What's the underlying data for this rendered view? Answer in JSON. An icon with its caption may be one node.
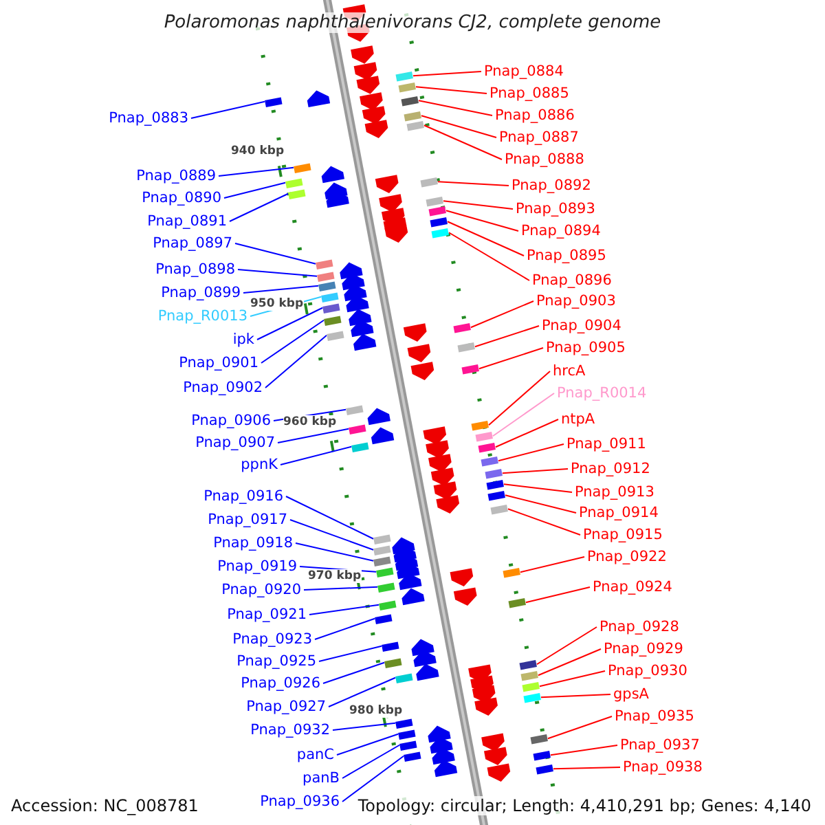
{
  "diagram": {
    "title": "Polaromonas naphthalenivorans CJ2, complete genome",
    "nodes": [
      {
        "text": [
          "Pnap_0884"
        ]
      },
      {
        "text": [
          "Pnap_0885"
        ]
      },
      {
        "text": [
          "Pnap_0883"
        ]
      },
      {
        "text": [
          "Pnap_0886"
        ]
      },
      {
        "text": [
          "Pnap_0887"
        ]
      },
      {
        "text": [
          "Pnap_0888"
        ]
      },
      {
        "text": [
          "Pnap_0889"
        ]
      },
      {
        "text": [
          "Pnap_0892"
        ]
      },
      {
        "text": [
          "Pnap_0890"
        ]
      },
      {
        "text": [
          "Pnap_0893"
        ]
      },
      {
        "text": [
          "Pnap_0891"
        ]
      },
      {
        "text": [
          "Pnap_0894"
        ]
      },
      {
        "text": [
          "Pnap_0897"
        ]
      },
      {
        "text": [
          "Pnap_0895"
        ]
      },
      {
        "text": [
          "Pnap_0898"
        ]
      },
      {
        "text": [
          "Pnap_0896"
        ]
      },
      {
        "text": [
          "Pnap_0899"
        ]
      },
      {
        "text": [
          "Pnap_0903"
        ]
      },
      {
        "text": [
          "Pnap_R0013"
        ]
      },
      {
        "text": [
          "Pnap_0904"
        ]
      },
      {
        "text": [
          "ipk"
        ]
      },
      {
        "text": [
          "Pnap_0905"
        ]
      },
      {
        "text": [
          "Pnap_0901"
        ]
      },
      {
        "text": [
          "hrcA"
        ]
      },
      {
        "text": [
          "Pnap_0902"
        ]
      },
      {
        "text": [
          "Pnap_R0014"
        ]
      },
      {
        "text": [
          "Pnap_0906"
        ]
      },
      {
        "text": [
          "ntpA"
        ]
      },
      {
        "text": [
          "Pnap_0907"
        ]
      },
      {
        "text": [
          "Pnap_0911"
        ]
      },
      {
        "text": [
          "ppnK"
        ]
      },
      {
        "text": [
          "Pnap_0912"
        ]
      },
      {
        "text": [
          "Pnap_0913"
        ]
      },
      {
        "text": [
          "Pnap_0916"
        ]
      },
      {
        "text": [
          "Pnap_0914"
        ]
      },
      {
        "text": [
          "Pnap_0917"
        ]
      },
      {
        "text": [
          "Pnap_0915"
        ]
      },
      {
        "text": [
          "Pnap_0918"
        ]
      },
      {
        "text": [
          "Pnap_0922"
        ]
      },
      {
        "text": [
          "Pnap_0919"
        ]
      },
      {
        "text": [
          "Pnap_0920"
        ]
      },
      {
        "text": [
          "Pnap_0924"
        ]
      },
      {
        "text": [
          "Pnap_0921"
        ]
      },
      {
        "text": [
          "Pnap_0928"
        ]
      },
      {
        "text": [
          "Pnap_0923"
        ]
      },
      {
        "text": [
          "Pnap_0929"
        ]
      },
      {
        "text": [
          "Pnap_0925"
        ]
      },
      {
        "text": [
          "Pnap_0930"
        ]
      },
      {
        "text": [
          "Pnap_0926"
        ]
      },
      {
        "text": [
          "gpsA"
        ]
      },
      {
        "text": [
          "Pnap_0927"
        ]
      },
      {
        "text": [
          "Pnap_0935"
        ]
      },
      {
        "text": [
          "Pnap_0932"
        ]
      },
      {
        "text": [
          "Pnap_0937"
        ]
      },
      {
        "text": [
          "panC"
        ]
      },
      {
        "text": [
          "Pnap_0938"
        ]
      },
      {
        "text": [
          "panB"
        ]
      },
      {
        "text": [
          "Pnap_0936"
        ]
      },
      {
        "text": [],
        "shape": "box"
      },
      {
        "text": [],
        "shape": "box"
      },
      {
        "text": [],
        "shape": "box"
      },
      {
        "text": [],
        "shape": "box"
      },
      {
        "text": [],
        "shape": "box"
      },
      {
        "text": [],
        "shape": "box"
      },
      {
        "text": [],
        "shape": "box"
      },
      {
        "text": [],
        "shape": "box"
      },
      {
        "text": [],
        "shape": "box"
      },
      {
        "text": [],
        "shape": "box"
      },
      {
        "text": [],
        "shape": "box"
      },
      {
        "text": [],
        "shape": "box"
      },
      {
        "text": [],
        "shape": "box"
      },
      {
        "text": [],
        "shape": "box"
      },
      {
        "text": [],
        "shape": "box"
      },
      {
        "text": [],
        "shape": "box"
      },
      {
        "text": [],
        "shape": "box"
      },
      {
        "text": [],
        "shape": "box"
      },
      {
        "text": [],
        "shape": "box"
      },
      {
        "text": [],
        "shape": "box"
      },
      {
        "text": [],
        "shape": "box"
      },
      {
        "text": [],
        "shape": "box"
      },
      {
        "text": [],
        "shape": "box"
      },
      {
        "text": [],
        "shape": "box"
      },
      {
        "text": [],
        "shape": "box"
      },
      {
        "text": [],
        "shape": "box"
      },
      {
        "text": [],
        "shape": "box"
      },
      {
        "text": [],
        "shape": "box"
      },
      {
        "text": [],
        "shape": "box"
      },
      {
        "text": [],
        "shape": "box"
      },
      {
        "text": [],
        "shape": "box"
      },
      {
        "text": [],
        "shape": "box"
      },
      {
        "text": [],
        "shape": "box"
      },
      {
        "text": [],
        "shape": "box"
      },
      {
        "text": [],
        "shape": "box"
      },
      {
        "text": [],
        "shape": "box"
      },
      {
        "text": [],
        "shape": "box"
      },
      {
        "text": [],
        "shape": "box"
      },
      {
        "text": [],
        "shape": "box"
      },
      {
        "text": [],
        "shape": "box"
      },
      {
        "text": [],
        "shape": "box"
      },
      {
        "text": [],
        "shape": "box"
      },
      {
        "text": [],
        "shape": "box"
      },
      {
        "text": [],
        "shape": "box"
      },
      {
        "text": [],
        "shape": "box"
      },
      {
        "text": [],
        "shape": "box"
      },
      {
        "text": [],
        "shape": "box"
      },
      {
        "text": [],
        "shape": "box"
      },
      {
        "text": [],
        "shape": "box"
      },
      {
        "text": [],
        "shape": "box"
      },
      {
        "text": [],
        "shape": "box"
      },
      {
        "text": [],
        "shape": "box"
      },
      {
        "text": [],
        "shape": "box"
      },
      {
        "text": [],
        "shape": "box"
      },
      {
        "text": [],
        "shape": "box"
      },
      {
        "text": [],
        "shape": "box"
      },
      {
        "text": [],
        "shape": "box"
      },
      {
        "text": [],
        "shape": "box"
      }
    ],
    "edges": [
      {
        "from": 0,
        "to": 58,
        "arrow": "none",
        "color": "#ff0000"
      },
      {
        "from": 1,
        "to": 59,
        "arrow": "none",
        "color": "#ff0000"
      },
      {
        "from": 2,
        "to": 60,
        "arrow": "none",
        "color": "#0000ff"
      },
      {
        "from": 3,
        "to": 61,
        "arrow": "none",
        "color": "#ff0000"
      },
      {
        "from": 4,
        "to": 62,
        "arrow": "none",
        "color": "#ff0000"
      },
      {
        "from": 5,
        "to": 63,
        "arrow": "none",
        "color": "#ff0000"
      },
      {
        "from": 6,
        "to": 64,
        "arrow": "none",
        "color": "#0000ff"
      },
      {
        "from": 7,
        "to": 65,
        "arrow": "none",
        "color": "#ff0000"
      },
      {
        "from": 8,
        "to": 66,
        "arrow": "none",
        "color": "#0000ff"
      },
      {
        "from": 9,
        "to": 67,
        "arrow": "none",
        "color": "#ff0000"
      },
      {
        "from": 10,
        "to": 68,
        "arrow": "none",
        "color": "#0000ff"
      },
      {
        "from": 11,
        "to": 69,
        "arrow": "none",
        "color": "#ff0000"
      },
      {
        "from": 12,
        "to": 70,
        "arrow": "none",
        "color": "#0000ff"
      },
      {
        "from": 13,
        "to": 71,
        "arrow": "none",
        "color": "#ff0000"
      },
      {
        "from": 14,
        "to": 72,
        "arrow": "none",
        "color": "#0000ff"
      },
      {
        "from": 15,
        "to": 73,
        "arrow": "none",
        "color": "#ff0000"
      },
      {
        "from": 16,
        "to": 74,
        "arrow": "none",
        "color": "#0000ff"
      },
      {
        "from": 17,
        "to": 75,
        "arrow": "none",
        "color": "#ff0000"
      },
      {
        "from": 18,
        "to": 76,
        "arrow": "none",
        "color": "#33ccff"
      },
      {
        "from": 19,
        "to": 77,
        "arrow": "none",
        "color": "#ff0000"
      },
      {
        "from": 20,
        "to": 78,
        "arrow": "none",
        "color": "#0000ff"
      },
      {
        "from": 21,
        "to": 79,
        "arrow": "none",
        "color": "#ff0000"
      },
      {
        "from": 22,
        "to": 80,
        "arrow": "none",
        "color": "#0000ff"
      },
      {
        "from": 23,
        "to": 81,
        "arrow": "none",
        "color": "#ff0000"
      },
      {
        "from": 24,
        "to": 82,
        "arrow": "none",
        "color": "#0000ff"
      },
      {
        "from": 25,
        "to": 83,
        "arrow": "none",
        "color": "#ff99cc"
      },
      {
        "from": 26,
        "to": 84,
        "arrow": "none",
        "color": "#0000ff"
      },
      {
        "from": 27,
        "to": 85,
        "arrow": "none",
        "color": "#ff0000"
      },
      {
        "from": 28,
        "to": 86,
        "arrow": "none",
        "color": "#0000ff"
      },
      {
        "from": 29,
        "to": 87,
        "arrow": "none",
        "color": "#ff0000"
      },
      {
        "from": 30,
        "to": 88,
        "arrow": "none",
        "color": "#0000ff"
      },
      {
        "from": 31,
        "to": 89,
        "arrow": "none",
        "color": "#ff0000"
      },
      {
        "from": 32,
        "to": 90,
        "arrow": "none",
        "color": "#ff0000"
      },
      {
        "from": 33,
        "to": 91,
        "arrow": "none",
        "color": "#0000ff"
      },
      {
        "from": 34,
        "to": 92,
        "arrow": "none",
        "color": "#ff0000"
      },
      {
        "from": 35,
        "to": 93,
        "arrow": "none",
        "color": "#0000ff"
      },
      {
        "from": 36,
        "to": 94,
        "arrow": "none",
        "color": "#ff0000"
      },
      {
        "from": 37,
        "to": 95,
        "arrow": "none",
        "color": "#0000ff"
      },
      {
        "from": 38,
        "to": 96,
        "arrow": "none",
        "color": "#ff0000"
      },
      {
        "from": 39,
        "to": 97,
        "arrow": "none",
        "color": "#0000ff"
      },
      {
        "from": 40,
        "to": 98,
        "arrow": "none",
        "color": "#0000ff"
      },
      {
        "from": 41,
        "to": 99,
        "arrow": "none",
        "color": "#ff0000"
      },
      {
        "from": 42,
        "to": 100,
        "arrow": "none",
        "color": "#0000ff"
      },
      {
        "from": 43,
        "to": 101,
        "arrow": "none",
        "color": "#ff0000"
      },
      {
        "from": 44,
        "to": 102,
        "arrow": "none",
        "color": "#0000ff"
      },
      {
        "from": 45,
        "to": 103,
        "arrow": "none",
        "color": "#ff0000"
      },
      {
        "from": 46,
        "to": 104,
        "arrow": "none",
        "color": "#0000ff"
      },
      {
        "from": 47,
        "to": 105,
        "arrow": "none",
        "color": "#ff0000"
      },
      {
        "from": 48,
        "to": 106,
        "arrow": "none",
        "color": "#0000ff"
      },
      {
        "from": 49,
        "to": 107,
        "arrow": "none",
        "color": "#ff0000"
      },
      {
        "from": 50,
        "to": 108,
        "arrow": "none",
        "color": "#0000ff"
      },
      {
        "from": 51,
        "to": 109,
        "arrow": "none",
        "color": "#ff0000"
      },
      {
        "from": 52,
        "to": 110,
        "arrow": "none",
        "color": "#0000ff"
      },
      {
        "from": 53,
        "to": 111,
        "arrow": "none",
        "color": "#ff0000"
      },
      {
        "from": 54,
        "to": 112,
        "arrow": "none",
        "color": "#0000ff"
      },
      {
        "from": 55,
        "to": 113,
        "arrow": "none",
        "color": "#ff0000"
      },
      {
        "from": 56,
        "to": 114,
        "arrow": "none",
        "color": "#0000ff"
      },
      {
        "from": 57,
        "to": 115,
        "arrow": "none",
        "color": "#0000ff"
      }
    ],
    "labels": [
      "940 kbp",
      "950 kbp",
      "960 kbp",
      "970 kbp",
      "980 kbp",
      "Accession: NC_008781",
      "Topology: circular; Length: 4,410,291 bp; Genes: 4,140"
    ]
  }
}
